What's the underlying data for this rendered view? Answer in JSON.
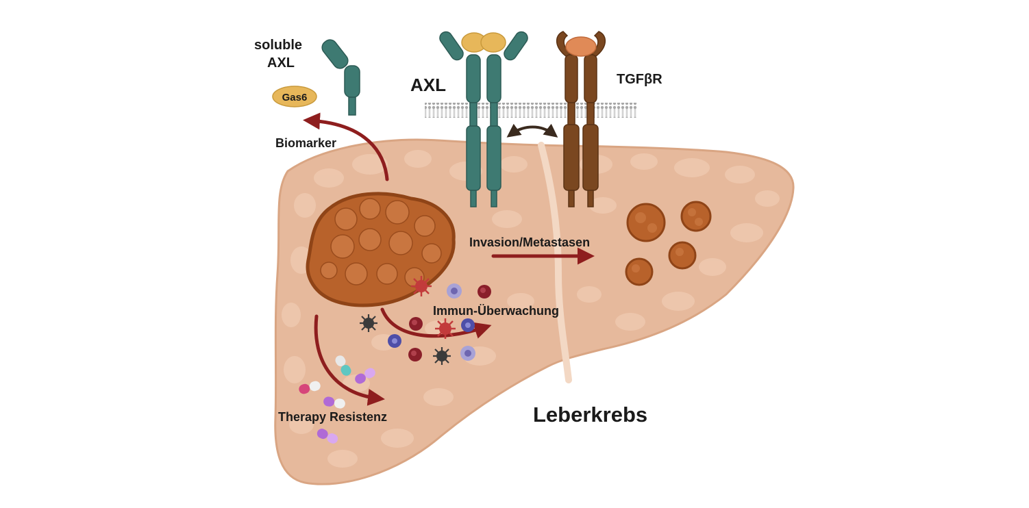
{
  "labels": {
    "soluble_line1": "soluble",
    "soluble_line2": "AXL",
    "gas6": "Gas6",
    "biomarker": "Biomarker",
    "axl": "AXL",
    "tgfbr": "TGFβR",
    "invasion": "Invasion/Metastasen",
    "immune": "Immun-Überwachung",
    "therapy": "Therapy Resistenz",
    "title": "Leberkrebs"
  },
  "colors": {
    "liver": "#e6b99c",
    "liver_edge": "#d9a583",
    "nodule": "#f0cbb2",
    "tumor": "#b8622b",
    "tumor_dark": "#8f4417",
    "axl_receptor": "#3e7a72",
    "tgfbr_receptor": "#7a4720",
    "gas6": "#e7b75a",
    "tgf_ligand": "#e08a57",
    "arrow": "#8e1e1e",
    "membrane": "#9a9a9a"
  },
  "icons": [
    "receptor-icon",
    "gas6-ligand-icon",
    "tumor-icon",
    "immune-cell-icon",
    "pill-capsule-icon",
    "cell-membrane-icon"
  ]
}
